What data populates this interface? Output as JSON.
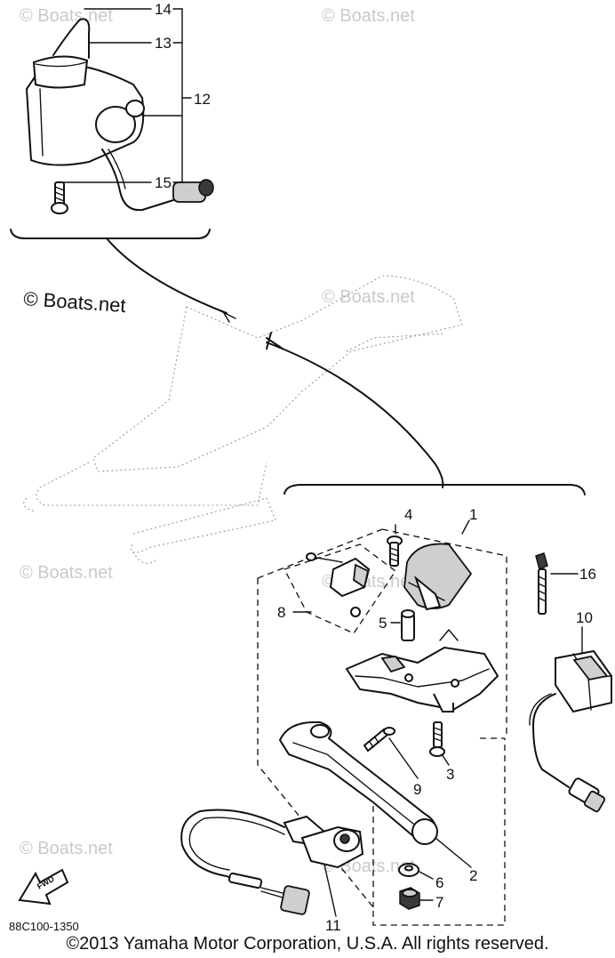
{
  "callouts": [
    {
      "label": "14"
    },
    {
      "label": "13"
    },
    {
      "label": "12"
    },
    {
      "label": "15"
    },
    {
      "label": "4"
    },
    {
      "label": "1"
    },
    {
      "label": "16"
    },
    {
      "label": "8"
    },
    {
      "label": "5"
    },
    {
      "label": "10"
    },
    {
      "label": "3"
    },
    {
      "label": "9"
    },
    {
      "label": "2"
    },
    {
      "label": "6"
    },
    {
      "label": "7"
    },
    {
      "label": "11"
    }
  ],
  "watermark": {
    "text": "© Boats.net"
  },
  "part_code": "88C100-1350",
  "fwd_label": "FWD",
  "copyright": "©2013 Yamaha Motor Corporation, U.S.A. All rights reserved."
}
